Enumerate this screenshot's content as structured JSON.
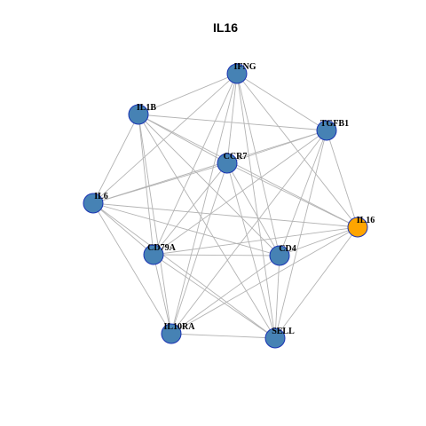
{
  "title": "IL16",
  "colors": {
    "node_default": "#4682b4",
    "node_highlight": "#ffa500",
    "node_border": "#1a33b3",
    "edge": "#b3b3b3"
  },
  "nodes": [
    {
      "id": "IFNG",
      "label": "IFNG",
      "highlight": false
    },
    {
      "id": "IL1B",
      "label": "IL1B",
      "highlight": false
    },
    {
      "id": "TGFB1",
      "label": "TGFB1",
      "highlight": false
    },
    {
      "id": "CCR7",
      "label": "CCR7",
      "highlight": false
    },
    {
      "id": "IL6",
      "label": "IL6",
      "highlight": false
    },
    {
      "id": "IL16",
      "label": "IL16",
      "highlight": true
    },
    {
      "id": "CD79A",
      "label": "CD79A",
      "highlight": false
    },
    {
      "id": "CD4",
      "label": "CD4",
      "highlight": false
    },
    {
      "id": "IL10RA",
      "label": "IL10RA",
      "highlight": false
    },
    {
      "id": "SELL",
      "label": "SELL",
      "highlight": false
    }
  ],
  "edges": [
    [
      "IFNG",
      "IL1B"
    ],
    [
      "IFNG",
      "TGFB1"
    ],
    [
      "IFNG",
      "CCR7"
    ],
    [
      "IFNG",
      "IL6"
    ],
    [
      "IFNG",
      "IL16"
    ],
    [
      "IFNG",
      "CD79A"
    ],
    [
      "IFNG",
      "CD4"
    ],
    [
      "IFNG",
      "IL10RA"
    ],
    [
      "IFNG",
      "SELL"
    ],
    [
      "IL1B",
      "TGFB1"
    ],
    [
      "IL1B",
      "CCR7"
    ],
    [
      "IL1B",
      "IL6"
    ],
    [
      "IL1B",
      "IL16"
    ],
    [
      "IL1B",
      "CD79A"
    ],
    [
      "IL1B",
      "CD4"
    ],
    [
      "IL1B",
      "IL10RA"
    ],
    [
      "IL1B",
      "SELL"
    ],
    [
      "TGFB1",
      "CCR7"
    ],
    [
      "TGFB1",
      "IL6"
    ],
    [
      "TGFB1",
      "IL16"
    ],
    [
      "TGFB1",
      "CD79A"
    ],
    [
      "TGFB1",
      "CD4"
    ],
    [
      "TGFB1",
      "IL10RA"
    ],
    [
      "TGFB1",
      "SELL"
    ],
    [
      "CCR7",
      "IL6"
    ],
    [
      "CCR7",
      "IL16"
    ],
    [
      "CCR7",
      "CD79A"
    ],
    [
      "CCR7",
      "CD4"
    ],
    [
      "CCR7",
      "IL10RA"
    ],
    [
      "CCR7",
      "SELL"
    ],
    [
      "IL6",
      "IL16"
    ],
    [
      "IL6",
      "CD79A"
    ],
    [
      "IL6",
      "CD4"
    ],
    [
      "IL6",
      "IL10RA"
    ],
    [
      "IL6",
      "SELL"
    ],
    [
      "IL16",
      "CD79A"
    ],
    [
      "IL16",
      "CD4"
    ],
    [
      "IL16",
      "IL10RA"
    ],
    [
      "IL16",
      "SELL"
    ],
    [
      "CD79A",
      "CD4"
    ],
    [
      "CD79A",
      "IL10RA"
    ],
    [
      "CD79A",
      "SELL"
    ],
    [
      "CD4",
      "IL10RA"
    ],
    [
      "CD4",
      "SELL"
    ],
    [
      "IL10RA",
      "SELL"
    ]
  ]
}
